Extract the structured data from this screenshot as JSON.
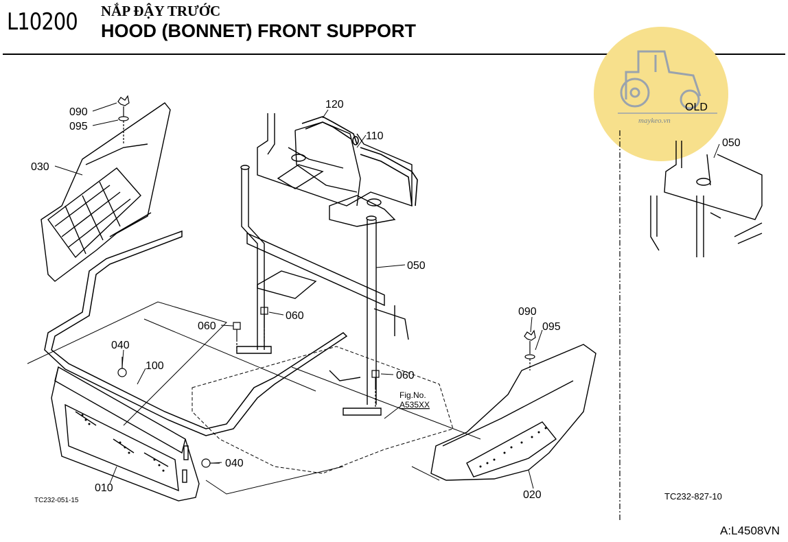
{
  "header": {
    "code": "L10200",
    "title_vn": "NẮP ĐẬY TRƯỚC",
    "title_en": "HOOD (BONNET) FRONT SUPPORT"
  },
  "watermark": {
    "text_old": "OLD",
    "text_site": "maykeo.vn",
    "color": "#f7e08c",
    "icon": "tractor-icon"
  },
  "parts": {
    "p010": "010",
    "p020": "020",
    "p030": "030",
    "p040a": "040",
    "p040b": "040",
    "p050": "050",
    "p050_old": "050",
    "p060a": "060",
    "p060b": "060",
    "p060c": "060",
    "p090a": "090",
    "p090b": "090",
    "p095a": "095",
    "p095b": "095",
    "p100": "100",
    "p110": "110",
    "p120": "120"
  },
  "figref": {
    "label": "Fig.No.",
    "number": "A535XX"
  },
  "codes": {
    "left": "TC232-051-15",
    "right": "TC232-827-10",
    "page_ref": "A:L4508VN"
  }
}
